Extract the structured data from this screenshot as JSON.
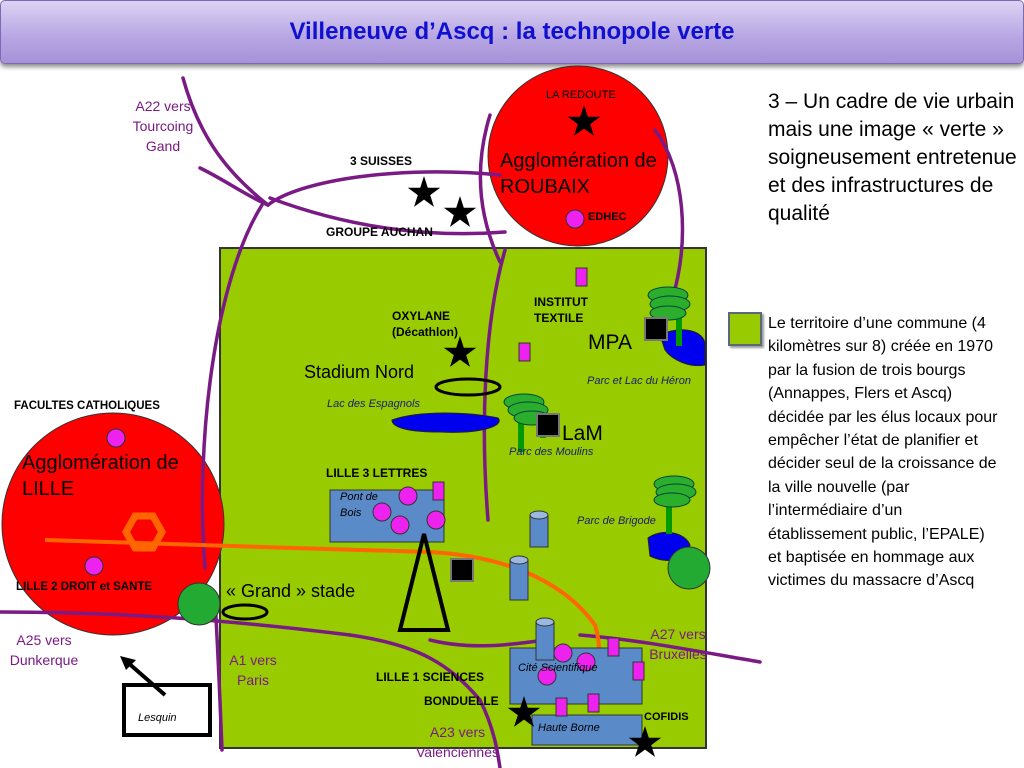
{
  "title": "Villeneuve d’Ascq : la technopole verte",
  "intro_text": "3 – Un cadre de vie urbain mais une image « verte » soigneusement entretenue  et des infrastructures de qualité",
  "description_text": "Le territoire d’une commune (4 kilomètres sur 8) créée en 1970 par la fusion de trois bourgs (Annappes, Flers et Ascq) décidée par les élus locaux pour empêcher l’état de planifier et décider seul de la croissance de la ville nouvelle (par l’intermédiaire d’un établissement public, l’EPALE) et baptisée en hommage aux victimes du massacre d’Ascq",
  "colors": {
    "commune_territory": "#99cc00",
    "agglomeration": "#ff0000",
    "roads": "#7a1a84",
    "metro_line": "#ff6600",
    "water": "#0000ee",
    "district": "#5b8ac9",
    "university_marker": "#ee22ee",
    "title_text": "#1010d0"
  },
  "labels": {
    "a22": "A22 vers Tourcoing Gand",
    "trois_suisses": "3 SUISSES",
    "groupe_auchan": "GROUPE AUCHAN",
    "la_redoute": "LA REDOUTE",
    "agglo_roubaix": "Agglomération de ROUBAIX",
    "edhec": "EDHEC",
    "institut_textile": "INSTITUT TEXTILE",
    "oxylane": "OXYLANE (Décathlon)",
    "mpa": "MPA",
    "stadium_nord": "Stadium Nord",
    "parc_heron": "Parc et Lac du Héron",
    "lac_espagnols": "Lac des Espagnols",
    "facultes": "FACULTES CATHOLIQUES",
    "lam": "LaM",
    "parc_moulins": "Parc des Moulins",
    "agglo_lille": "Agglomération de LILLE",
    "lille3": "LILLE 3 LETTRES",
    "pont_de_bois": "Pont de Bois",
    "parc_brigode": "Parc de Brigode",
    "lille2": "LILLE 2 DROIT et SANTE",
    "grand_stade": "« Grand » stade",
    "a27": "A27 vers Bruxelles",
    "a25": "A25 vers Dunkerque",
    "a1": "A1 vers Paris",
    "lille1": "LILLE 1 SCIENCES",
    "cite_scientifique": "Cité Scientifique",
    "bonduelle": "BONDUELLE",
    "cofidis": "COFIDIS",
    "lesquin": "Lesquin",
    "haute_borne": "Haute Borne",
    "a23": "A23 vers Valenciennes"
  }
}
